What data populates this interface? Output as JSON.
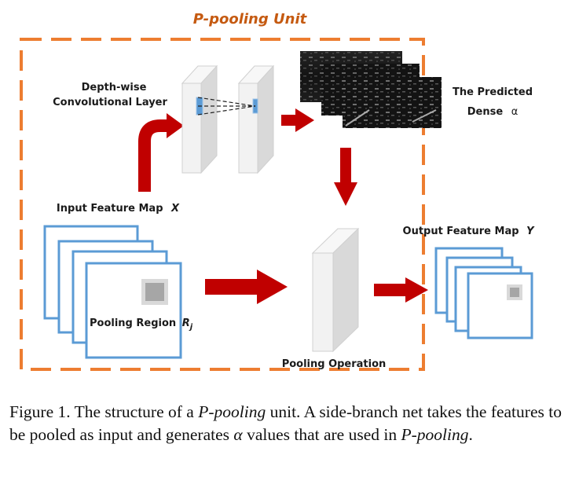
{
  "diagram": {
    "unit_title": "P-pooling Unit",
    "depthwise_label_line1": "Depth-wise",
    "depthwise_label_line2": "Convolutional Layer",
    "predicted_label_line1": "The Predicted",
    "predicted_label_line2": "Dense",
    "predicted_label_symbol": "α",
    "input_label": "Input Feature Map",
    "input_symbol": "X",
    "pooling_region_label": "Pooling Region",
    "pooling_region_symbol": "R",
    "pooling_region_subscript": "j",
    "pooling_operation_label": "Pooling Operation",
    "output_label": "Output Feature Map",
    "output_symbol": "Y",
    "colors": {
      "dashed_border": "#ed7d31",
      "title": "#c55a11",
      "arrow": "#c00000",
      "feature_map_border": "#5b9bd5",
      "block_face": "#f2f2f2",
      "block_side": "#d9d9d9",
      "pooling_region": "#a6a6a6"
    }
  },
  "caption": {
    "prefix": "Figure 1. The structure of a ",
    "script_p": "P",
    "pooling_word": "-pooling",
    "mid": " unit. A side-branch net takes the features to be pooled as input and generates ",
    "alpha": "α",
    "end": " values that are used in ",
    "script_p2": "P",
    "pooling_word2": "-pooling",
    "final": "."
  }
}
